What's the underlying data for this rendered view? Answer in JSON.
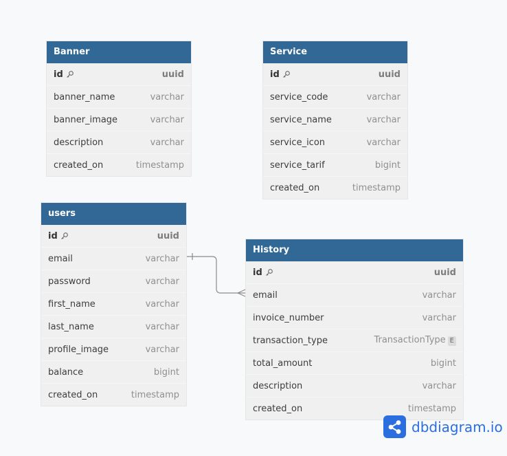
{
  "tables": {
    "banner": {
      "title": "Banner",
      "fields": [
        {
          "name": "id",
          "type": "uuid"
        },
        {
          "name": "banner_name",
          "type": "varchar"
        },
        {
          "name": "banner_image",
          "type": "varchar"
        },
        {
          "name": "description",
          "type": "varchar"
        },
        {
          "name": "created_on",
          "type": "timestamp"
        }
      ]
    },
    "service": {
      "title": "Service",
      "fields": [
        {
          "name": "id",
          "type": "uuid"
        },
        {
          "name": "service_code",
          "type": "varchar"
        },
        {
          "name": "service_name",
          "type": "varchar"
        },
        {
          "name": "service_icon",
          "type": "varchar"
        },
        {
          "name": "service_tarif",
          "type": "bigint"
        },
        {
          "name": "created_on",
          "type": "timestamp"
        }
      ]
    },
    "users": {
      "title": "users",
      "fields": [
        {
          "name": "id",
          "type": "uuid"
        },
        {
          "name": "email",
          "type": "varchar"
        },
        {
          "name": "password",
          "type": "varchar"
        },
        {
          "name": "first_name",
          "type": "varchar"
        },
        {
          "name": "last_name",
          "type": "varchar"
        },
        {
          "name": "profile_image",
          "type": "varchar"
        },
        {
          "name": "balance",
          "type": "bigint"
        },
        {
          "name": "created_on",
          "type": "timestamp"
        }
      ]
    },
    "history": {
      "title": "History",
      "fields": [
        {
          "name": "id",
          "type": "uuid"
        },
        {
          "name": "email",
          "type": "varchar"
        },
        {
          "name": "invoice_number",
          "type": "varchar"
        },
        {
          "name": "transaction_type",
          "type": "TransactionType",
          "badge": "E"
        },
        {
          "name": "total_amount",
          "type": "bigint"
        },
        {
          "name": "description",
          "type": "varchar"
        },
        {
          "name": "created_on",
          "type": "timestamp"
        }
      ]
    }
  },
  "relationship": {
    "from": "users.email",
    "to": "History.email",
    "from_cardinality": "one",
    "to_cardinality": "many"
  },
  "brand": {
    "name": "dbdiagram.io"
  },
  "colors": {
    "header": "#316896",
    "body": "#f0f0f0",
    "brand": "#2b6ee0",
    "connector": "#888888"
  }
}
